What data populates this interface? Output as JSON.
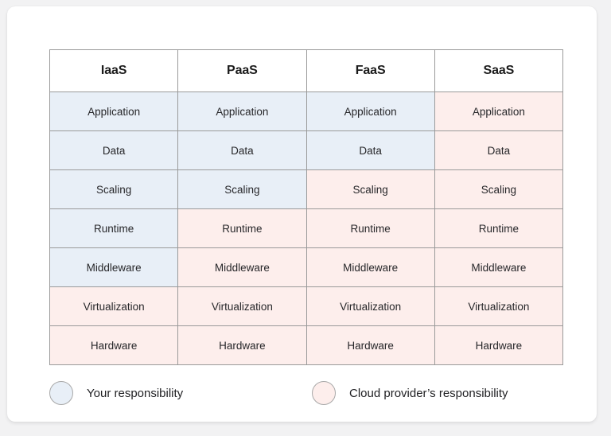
{
  "legend": {
    "self": {
      "label": "Your responsibility",
      "color": "#e8eff7",
      "swatch_icon": "circle-icon"
    },
    "provider": {
      "label": "Cloud provider’s responsibility",
      "color": "#fdeeec",
      "swatch_icon": "circle-icon"
    }
  },
  "table": {
    "columns": [
      "IaaS",
      "PaaS",
      "FaaS",
      "SaaS"
    ],
    "rows": [
      {
        "layer": "Application",
        "cells": [
          {
            "text": "Application",
            "owner": "self"
          },
          {
            "text": "Application",
            "owner": "self"
          },
          {
            "text": "Application",
            "owner": "self"
          },
          {
            "text": "Application",
            "owner": "provider"
          }
        ]
      },
      {
        "layer": "Data",
        "cells": [
          {
            "text": "Data",
            "owner": "self"
          },
          {
            "text": "Data",
            "owner": "self"
          },
          {
            "text": "Data",
            "owner": "self"
          },
          {
            "text": "Data",
            "owner": "provider"
          }
        ]
      },
      {
        "layer": "Scaling",
        "cells": [
          {
            "text": "Scaling",
            "owner": "self"
          },
          {
            "text": "Scaling",
            "owner": "self"
          },
          {
            "text": "Scaling",
            "owner": "provider"
          },
          {
            "text": "Scaling",
            "owner": "provider"
          }
        ]
      },
      {
        "layer": "Runtime",
        "cells": [
          {
            "text": "Runtime",
            "owner": "self"
          },
          {
            "text": "Runtime",
            "owner": "provider"
          },
          {
            "text": "Runtime",
            "owner": "provider"
          },
          {
            "text": "Runtime",
            "owner": "provider"
          }
        ]
      },
      {
        "layer": "Middleware",
        "cells": [
          {
            "text": "Middleware",
            "owner": "self"
          },
          {
            "text": "Middleware",
            "owner": "provider"
          },
          {
            "text": "Middleware",
            "owner": "provider"
          },
          {
            "text": "Middleware",
            "owner": "provider"
          }
        ]
      },
      {
        "layer": "Virtualization",
        "cells": [
          {
            "text": "Virtualization",
            "owner": "provider"
          },
          {
            "text": "Virtualization",
            "owner": "provider"
          },
          {
            "text": "Virtualization",
            "owner": "provider"
          },
          {
            "text": "Virtualization",
            "owner": "provider"
          }
        ]
      },
      {
        "layer": "Hardware",
        "cells": [
          {
            "text": "Hardware",
            "owner": "provider"
          },
          {
            "text": "Hardware",
            "owner": "provider"
          },
          {
            "text": "Hardware",
            "owner": "provider"
          },
          {
            "text": "Hardware",
            "owner": "provider"
          }
        ]
      }
    ]
  }
}
